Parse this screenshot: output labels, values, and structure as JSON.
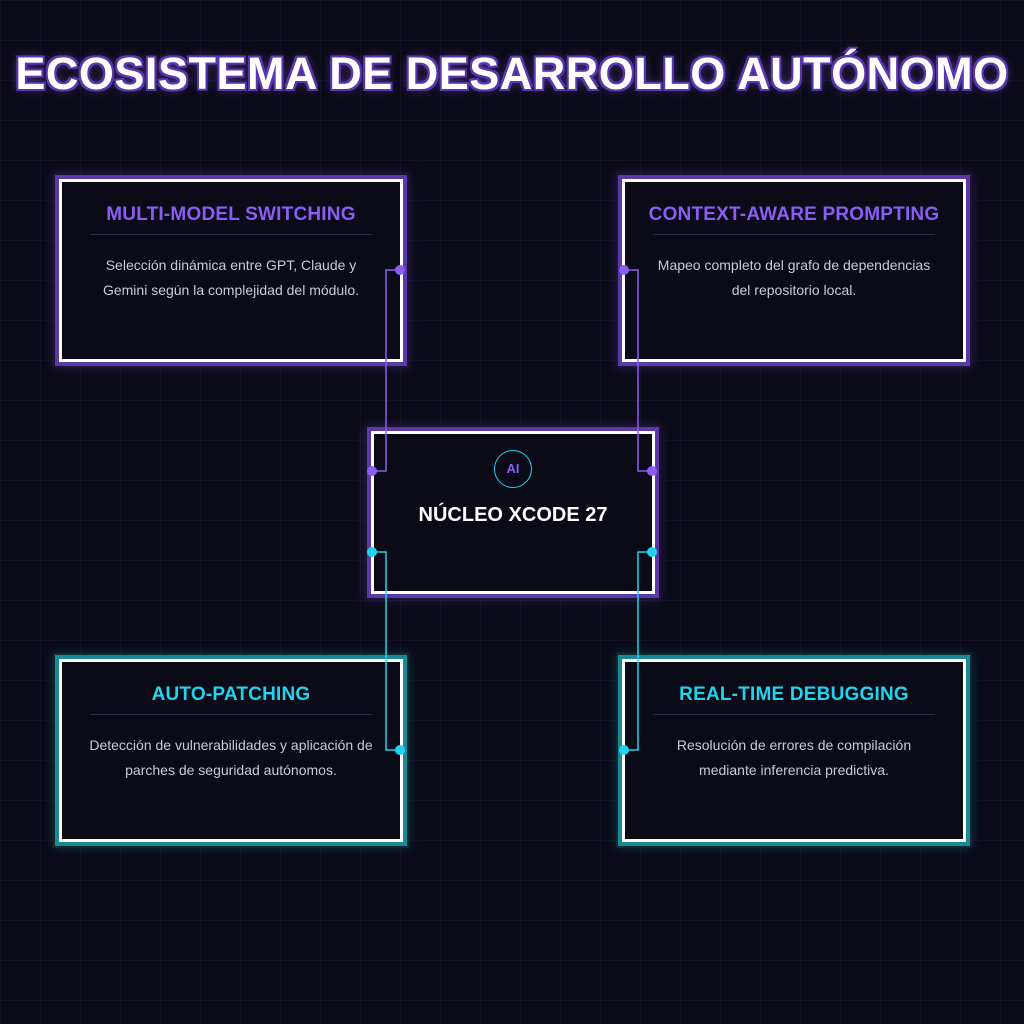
{
  "title": "ECOSISTEMA DE DESARROLLO AUTÓNOMO",
  "colors": {
    "background": "#0b0b18",
    "purple": "#8b5cf6",
    "cyan": "#22d3ee",
    "border": "#ffffff"
  },
  "core": {
    "badge": "AI",
    "title": "NÚCLEO XCODE 27"
  },
  "nodes": [
    {
      "title": "MULTI-MODEL SWITCHING",
      "description": "Selección dinámica entre GPT, Claude y Gemini según la complejidad del módulo.",
      "accent": "purple"
    },
    {
      "title": "CONTEXT-AWARE PROMPTING",
      "description": "Mapeo completo del grafo de dependencias del repositorio local.",
      "accent": "purple"
    },
    {
      "title": "AUTO-PATCHING",
      "description": "Detección de vulnerabilidades y aplicación de parches de seguridad autónomos.",
      "accent": "cyan"
    },
    {
      "title": "REAL-TIME DEBUGGING",
      "description": "Resolución de errores de compilación mediante inferencia predictiva.",
      "accent": "cyan"
    }
  ]
}
